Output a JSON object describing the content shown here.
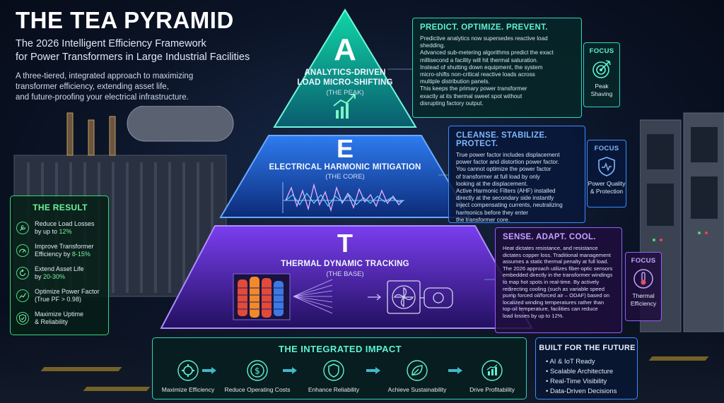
{
  "header": {
    "title": "THE TEA PYRAMID",
    "subtitle_line1": "The 2026 Intelligent Efficiency Framework",
    "subtitle_line2": "for Power Transformers in Large Industrial Facilities",
    "intro_line1": "A three-tiered, integrated approach to maximizing",
    "intro_line2": "transformer efficiency, extending asset life,",
    "intro_line3": "and future-proofing your electrical infrastructure."
  },
  "pyramid": {
    "peak": {
      "letter": "A",
      "title_line1": "ANALYTICS-DRIVEN",
      "title_line2": "LOAD MICRO-SHIFTING",
      "sub": "(THE PEAK)"
    },
    "core": {
      "letter": "E",
      "title": "ELECTRICAL HARMONIC MITIGATION",
      "sub": "(THE CORE)"
    },
    "base": {
      "letter": "T",
      "title": "THERMAL DYNAMIC TRACKING",
      "sub": "(THE BASE)"
    }
  },
  "callouts": {
    "a": {
      "heading": "PREDICT. OPTIMIZE. PREVENT.",
      "lines": [
        "Predictive analytics now supersedes reactive load shedding.",
        "Advanced sub-metering algorithms predict the exact",
        "millisecond a facility will hit thermal saturation.",
        "Instead of shutting down equipment, the system",
        "micro-shifts non-critical reactive loads across",
        "multiple distribution panels.",
        "This keeps the primary power transformer",
        "exactly at its thermal sweet spot without",
        "disrupting factory output."
      ]
    },
    "e": {
      "heading": "CLEANSE. STABILIZE. PROTECT.",
      "lines": [
        "True power factor includes displacement",
        "power factor and distortion power factor.",
        "You cannot optimize the power factor",
        "of transformer at full load by only",
        "looking at the displacement.",
        "Active Harmonic Filters (AHF) installed",
        "directly at the secondary side instantly",
        "inject compensating currents, neutralizing",
        "harmonics before they enter",
        "the transformer core."
      ]
    },
    "t": {
      "heading": "SENSE. ADAPT. COOL.",
      "lines": [
        "Heat dictates resistance, and resistance",
        "dictates copper loss. Traditional management",
        "assumes a static thermal penalty at full load.",
        "The 2026 approach utilizes fiber-optic sensors",
        "embedded directly in the transformer windings",
        "to map hot spots in real-time. By actively",
        "redirecting cooling (such as variable speed",
        "pump forced oil/forced air – ODAF) based on",
        "localized winding temperatures rather than",
        "top-oil temperature, facilities can reduce",
        "load losses by up to 12%."
      ]
    }
  },
  "focus": {
    "a": {
      "title": "FOCUS",
      "line1": "Peak",
      "line2": "Shaving",
      "icon": "target-icon",
      "color": "#5ff2d2"
    },
    "e": {
      "title": "FOCUS",
      "line1": "Power Quality",
      "line2": "& Protection",
      "icon": "shield-icon",
      "color": "#7fb6ff"
    },
    "t": {
      "title": "FOCUS",
      "line1": "Thermal",
      "line2": "Efficiency",
      "icon": "thermometer-icon",
      "color": "#c6a2ff"
    }
  },
  "result": {
    "title": "THE RESULT",
    "items": [
      {
        "line1": "Reduce Load Losses",
        "line2_pre": "by up to ",
        "line2_hl": "12%",
        "icon": "wrench-icon"
      },
      {
        "line1": "Improve Transformer",
        "line2_pre": "Efficiency by ",
        "line2_hl": "8-15%",
        "icon": "gauge-icon"
      },
      {
        "line1": "Extend Asset Life",
        "line2_pre": "by ",
        "line2_hl": "20-30%",
        "icon": "cycle-icon"
      },
      {
        "line1": "Optimize Power Factor",
        "line2_pre": "(True PF > 0.98)",
        "line2_hl": "",
        "icon": "chart-icon"
      },
      {
        "line1": "Maximize Uptime",
        "line2_pre": "& Reliability",
        "line2_hl": "",
        "icon": "shield-check-icon"
      }
    ]
  },
  "impact": {
    "title": "THE INTEGRATED IMPACT",
    "items": [
      {
        "label": "Maximize Efficiency",
        "icon": "gear-icon"
      },
      {
        "label": "Reduce Operating Costs",
        "icon": "dollar-icon"
      },
      {
        "label": "Enhance Reliability",
        "icon": "shield-icon"
      },
      {
        "label": "Achieve Sustainability",
        "icon": "leaf-icon"
      },
      {
        "label": "Drive Profitability",
        "icon": "growth-chart-icon"
      }
    ]
  },
  "future": {
    "title": "BUILT FOR THE FUTURE",
    "items": [
      "• AI & IoT Ready",
      "• Scalable Architecture",
      "• Real-Time Visibility",
      "• Data-Driven Decisions"
    ]
  },
  "colors": {
    "peak": "#2fd6b8",
    "core": "#3d8bff",
    "base": "#9a5cff",
    "result": "#36d67a"
  }
}
